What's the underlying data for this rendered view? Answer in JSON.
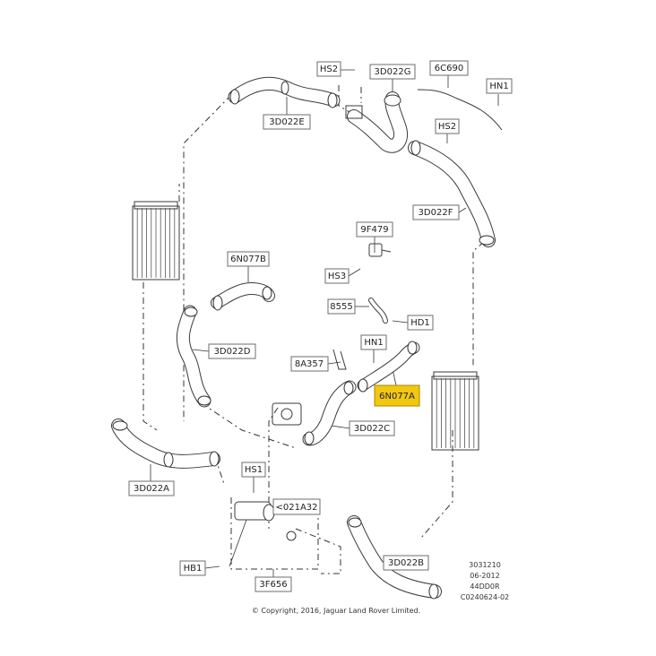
{
  "callouts": [
    {
      "id": "HS2",
      "highlight": false
    },
    {
      "id": "3D022G",
      "highlight": false
    },
    {
      "id": "6C690",
      "highlight": false
    },
    {
      "id": "HN1",
      "highlight": false
    },
    {
      "id": "3D022E",
      "highlight": false
    },
    {
      "id": "HS2",
      "highlight": false
    },
    {
      "id": "3D022F",
      "highlight": false
    },
    {
      "id": "9F479",
      "highlight": false
    },
    {
      "id": "6N077B",
      "highlight": false
    },
    {
      "id": "HS3",
      "highlight": false
    },
    {
      "id": "8555",
      "highlight": false
    },
    {
      "id": "HD1",
      "highlight": false
    },
    {
      "id": "3D022D",
      "highlight": false
    },
    {
      "id": "HN1",
      "highlight": false
    },
    {
      "id": "8A357",
      "highlight": false
    },
    {
      "id": "6N077A",
      "highlight": true
    },
    {
      "id": "3D022C",
      "highlight": false
    },
    {
      "id": "HS1",
      "highlight": false
    },
    {
      "id": "3D022A",
      "highlight": false
    },
    {
      "id": "<021A32",
      "highlight": false
    },
    {
      "id": "HB1",
      "highlight": false
    },
    {
      "id": "3D022B",
      "highlight": false
    },
    {
      "id": "3F656",
      "highlight": false
    }
  ],
  "reference": {
    "lines": [
      "3031210",
      "06-2012",
      "44DD0R",
      "C0240624-02"
    ]
  },
  "copyright": "© Copyright, 2016, Jaguar Land Rover Limited.",
  "colors": {
    "highlight": "#f2c712",
    "line": "#3a3a3a",
    "label_border": "#6e6e6e"
  }
}
